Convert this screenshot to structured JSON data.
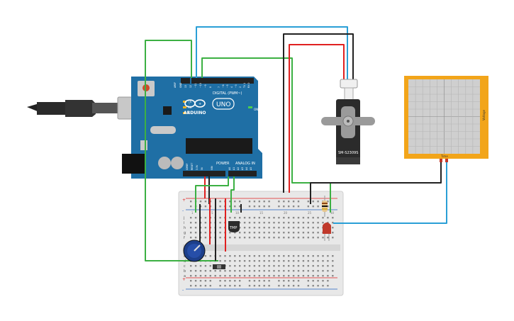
{
  "arduino": {
    "brand": "ARDUINO",
    "model": "UNO",
    "digital_label": "DIGITAL (PWM~)",
    "power_label": "POWER",
    "analog_label": "ANALOG IN",
    "on_label": "ON",
    "tx_label": "TX",
    "rx_label": "RX",
    "l_label": "L",
    "aref_label": "AREF",
    "gnd_label": "GND",
    "pin13_label": "13",
    "pin12_label": "12",
    "pin11_label": "~11",
    "pin10_label": "~10",
    "pin9_label": "~9",
    "pin8_label": "8",
    "pin7_label": "7",
    "pin6_label": "~6",
    "pin5_label": "~5",
    "pin4_label": "4",
    "pin3_label": "~3",
    "pin2_label": "2",
    "pin1_label": "TX 1",
    "pin0_label": "RX 0",
    "a0_label": "A0",
    "a1_label": "A1",
    "a2_label": "A2",
    "a3_label": "A3",
    "a4_label": "A4",
    "a5_label": "A5",
    "ioref_label": "IOREF",
    "reset_label": "RESET",
    "v33_label": "3.3V",
    "v5_label": "5V",
    "vin_label": "VIN"
  },
  "servo": {
    "label": "SM-S2309S"
  },
  "temp_sensor": {
    "label": "TMP"
  },
  "oscilloscope": {
    "side_label": "Voltage",
    "bottom_label": "Time"
  },
  "breadboard": {
    "row_letters_top": [
      "j",
      "i",
      "h",
      "g",
      "f"
    ],
    "row_letters_bottom": [
      "e",
      "d",
      "c",
      "b",
      "a"
    ],
    "plus": "+",
    "minus": "-",
    "column_numbers": [
      "1",
      "5",
      "10",
      "15",
      "20",
      "25",
      "30"
    ]
  },
  "colors": {
    "wire_red": "#e02020",
    "wire_green": "#3cb043",
    "wire_blue": "#2a9fd6",
    "wire_black": "#222222",
    "arduino_board": "#1f6fa5",
    "breadboard": "#e8e8e8",
    "scope_frame": "#f2a51a",
    "servo_body": "#2b2b2b"
  }
}
